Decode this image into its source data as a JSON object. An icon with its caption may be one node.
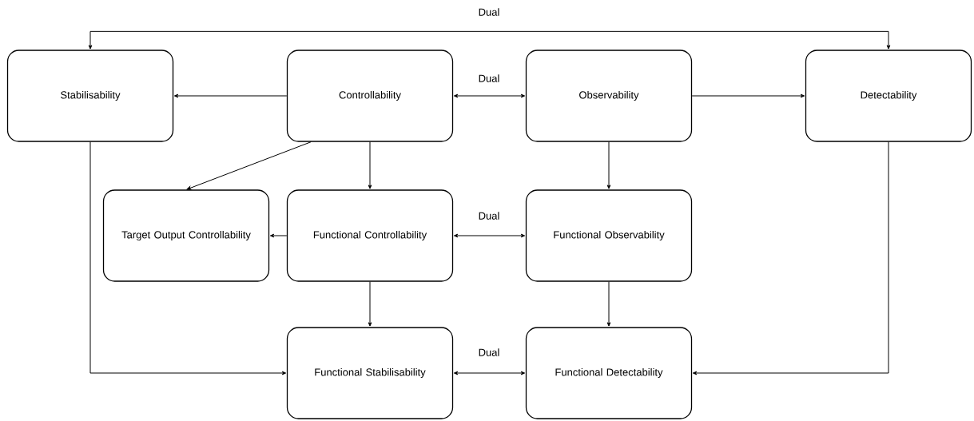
{
  "diagram": {
    "nodes": [
      {
        "text": [
          "Stabilisability"
        ]
      },
      {
        "text": [
          "Controllability"
        ]
      },
      {
        "text": [
          "Observability"
        ]
      },
      {
        "text": [
          "Detectability"
        ]
      },
      {
        "text": [
          "Target Output Controllability"
        ]
      },
      {
        "text": [
          "Functional Controllability"
        ]
      },
      {
        "text": [
          "Functional Observability"
        ]
      },
      {
        "text": [
          "Functional Stabilisability"
        ]
      },
      {
        "text": [
          "Functional Detectability"
        ]
      }
    ],
    "edges": [
      {
        "from": 0,
        "to": 3,
        "arrow": "both",
        "label": "Dual"
      },
      {
        "from": 1,
        "to": 0,
        "arrow": "to"
      },
      {
        "from": 1,
        "to": 2,
        "arrow": "both",
        "label": "Dual"
      },
      {
        "from": 2,
        "to": 3,
        "arrow": "to"
      },
      {
        "from": 1,
        "to": 4,
        "arrow": "to"
      },
      {
        "from": 1,
        "to": 5,
        "arrow": "to"
      },
      {
        "from": 2,
        "to": 6,
        "arrow": "to"
      },
      {
        "from": 5,
        "to": 4,
        "arrow": "to"
      },
      {
        "from": 5,
        "to": 6,
        "arrow": "both",
        "label": "Dual"
      },
      {
        "from": 5,
        "to": 7,
        "arrow": "to"
      },
      {
        "from": 6,
        "to": 8,
        "arrow": "to"
      },
      {
        "from": 0,
        "to": 7,
        "arrow": "to"
      },
      {
        "from": 3,
        "to": 8,
        "arrow": "to"
      },
      {
        "from": 7,
        "to": 8,
        "arrow": "both",
        "label": "Dual"
      }
    ]
  }
}
